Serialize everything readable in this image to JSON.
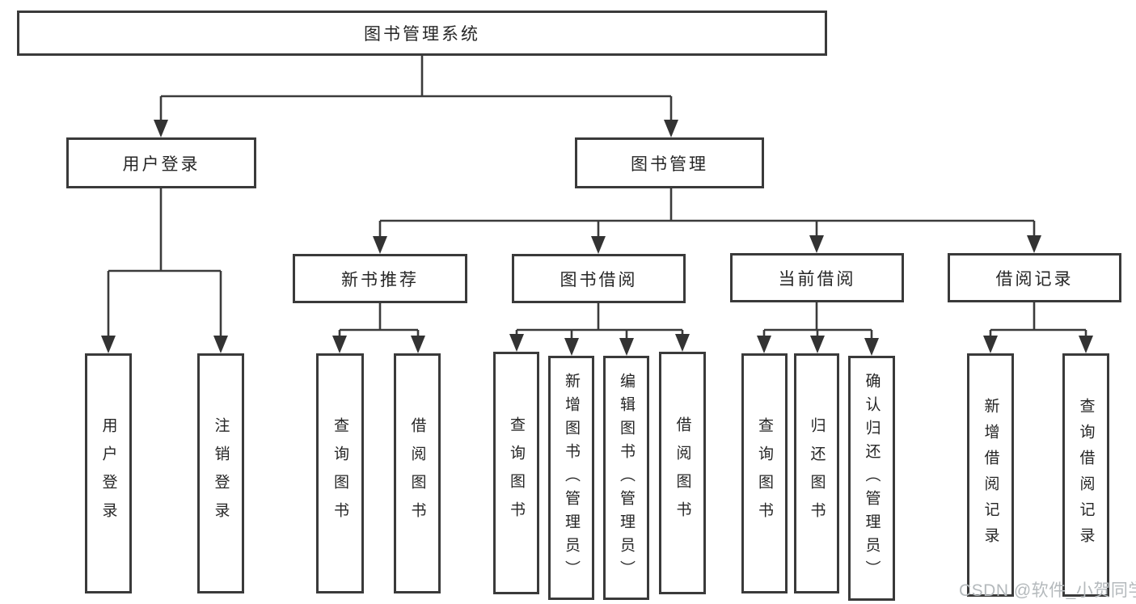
{
  "diagram": {
    "type": "tree",
    "title": "图书管理系统",
    "nodes": {
      "root": {
        "label": "图书管理系统"
      },
      "user_login": {
        "label": "用户登录"
      },
      "book_mgmt": {
        "label": "图书管理"
      },
      "new_books": {
        "label": "新书推荐"
      },
      "book_borrow": {
        "label": "图书借阅"
      },
      "current_borrow": {
        "label": "当前借阅"
      },
      "borrow_records": {
        "label": "借阅记录"
      },
      "leaves": {
        "user_login_leaf": "用户登录",
        "logout": "注销登录",
        "nb_query": "查询图书",
        "nb_borrow": "借阅图书",
        "bb_query": "查询图书",
        "bb_add": "新增图书（管理员）",
        "bb_edit": "编辑图书（管理员）",
        "bb_borrow": "借阅图书",
        "cb_query": "查询图书",
        "cb_return": "归还图书",
        "cb_confirm": "确认归还（管理员）",
        "br_add": "新增借阅记录",
        "br_query": "查询借阅记录"
      }
    },
    "edges": [
      [
        "图书管理系统",
        "用户登录"
      ],
      [
        "图书管理系统",
        "图书管理"
      ],
      [
        "用户登录",
        "用户登录"
      ],
      [
        "用户登录",
        "注销登录"
      ],
      [
        "图书管理",
        "新书推荐"
      ],
      [
        "图书管理",
        "图书借阅"
      ],
      [
        "图书管理",
        "当前借阅"
      ],
      [
        "图书管理",
        "借阅记录"
      ],
      [
        "新书推荐",
        "查询图书"
      ],
      [
        "新书推荐",
        "借阅图书"
      ],
      [
        "图书借阅",
        "查询图书"
      ],
      [
        "图书借阅",
        "新增图书（管理员）"
      ],
      [
        "图书借阅",
        "编辑图书（管理员）"
      ],
      [
        "图书借阅",
        "借阅图书"
      ],
      [
        "当前借阅",
        "查询图书"
      ],
      [
        "当前借阅",
        "归还图书"
      ],
      [
        "当前借阅",
        "确认归还（管理员）"
      ],
      [
        "借阅记录",
        "新增借阅记录"
      ],
      [
        "借阅记录",
        "查询借阅记录"
      ]
    ],
    "colors": {
      "line": "#3b3b3b",
      "box_border": "#3a3a3a",
      "text": "#262626",
      "background": "#ffffff",
      "watermark": "#b4b9bc"
    }
  },
  "watermark": {
    "text": "CSDN @软件_小贺同学"
  }
}
